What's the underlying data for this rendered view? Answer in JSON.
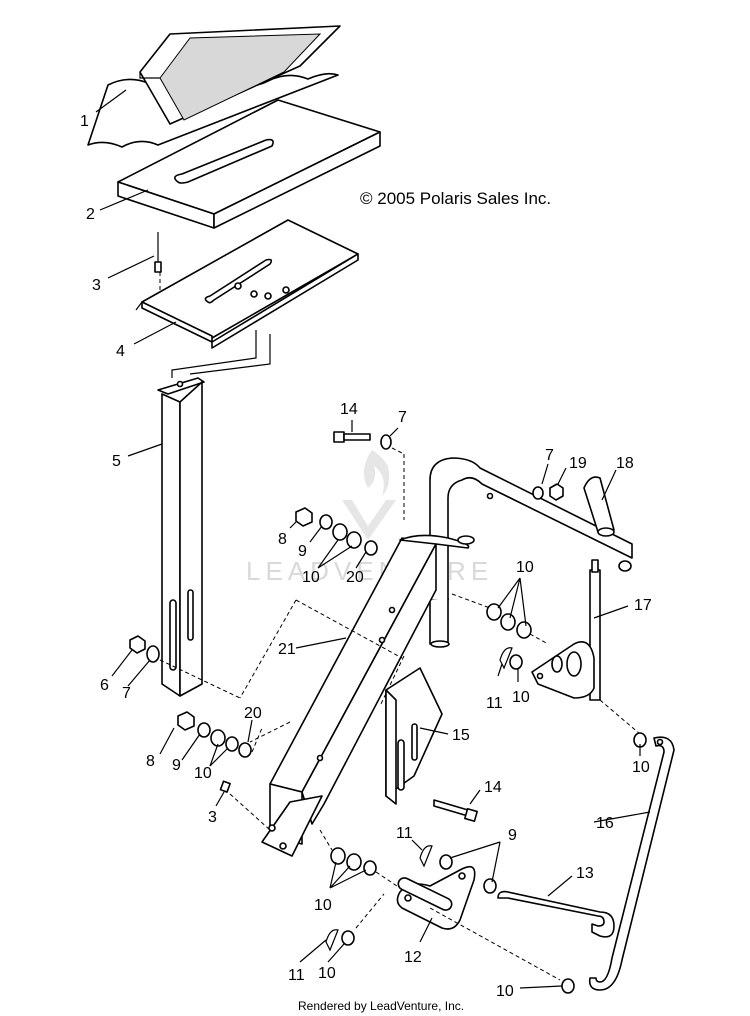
{
  "copyright": "© 2005 Polaris Sales Inc.",
  "footer": "Rendered by LeadVenture, Inc.",
  "watermark": "LEADVENTURE",
  "callouts": [
    {
      "id": "c1",
      "text": "1"
    },
    {
      "id": "c2",
      "text": "2"
    },
    {
      "id": "c3a",
      "text": "3"
    },
    {
      "id": "c4",
      "text": "4"
    },
    {
      "id": "c5",
      "text": "5"
    },
    {
      "id": "c14a",
      "text": "14"
    },
    {
      "id": "c7a",
      "text": "7"
    },
    {
      "id": "c7b",
      "text": "7"
    },
    {
      "id": "c19",
      "text": "19"
    },
    {
      "id": "c18",
      "text": "18"
    },
    {
      "id": "c8a",
      "text": "8"
    },
    {
      "id": "c9a",
      "text": "9"
    },
    {
      "id": "c10a",
      "text": "10"
    },
    {
      "id": "c20a",
      "text": "20"
    },
    {
      "id": "c10b",
      "text": "10"
    },
    {
      "id": "c17",
      "text": "17"
    },
    {
      "id": "c21",
      "text": "21"
    },
    {
      "id": "c6",
      "text": "6"
    },
    {
      "id": "c7c",
      "text": "7"
    },
    {
      "id": "c11a",
      "text": "11"
    },
    {
      "id": "c10c",
      "text": "10"
    },
    {
      "id": "c20b",
      "text": "20"
    },
    {
      "id": "c8b",
      "text": "8"
    },
    {
      "id": "c9b",
      "text": "9"
    },
    {
      "id": "c10d",
      "text": "10"
    },
    {
      "id": "c15",
      "text": "15"
    },
    {
      "id": "c10e",
      "text": "10"
    },
    {
      "id": "c14b",
      "text": "14"
    },
    {
      "id": "c3b",
      "text": "3"
    },
    {
      "id": "c16",
      "text": "16"
    },
    {
      "id": "c11b",
      "text": "11"
    },
    {
      "id": "c9c",
      "text": "9"
    },
    {
      "id": "c13",
      "text": "13"
    },
    {
      "id": "c10f",
      "text": "10"
    },
    {
      "id": "c12",
      "text": "12"
    },
    {
      "id": "c11c",
      "text": "11"
    },
    {
      "id": "c10g",
      "text": "10"
    },
    {
      "id": "c10h",
      "text": "10"
    }
  ]
}
